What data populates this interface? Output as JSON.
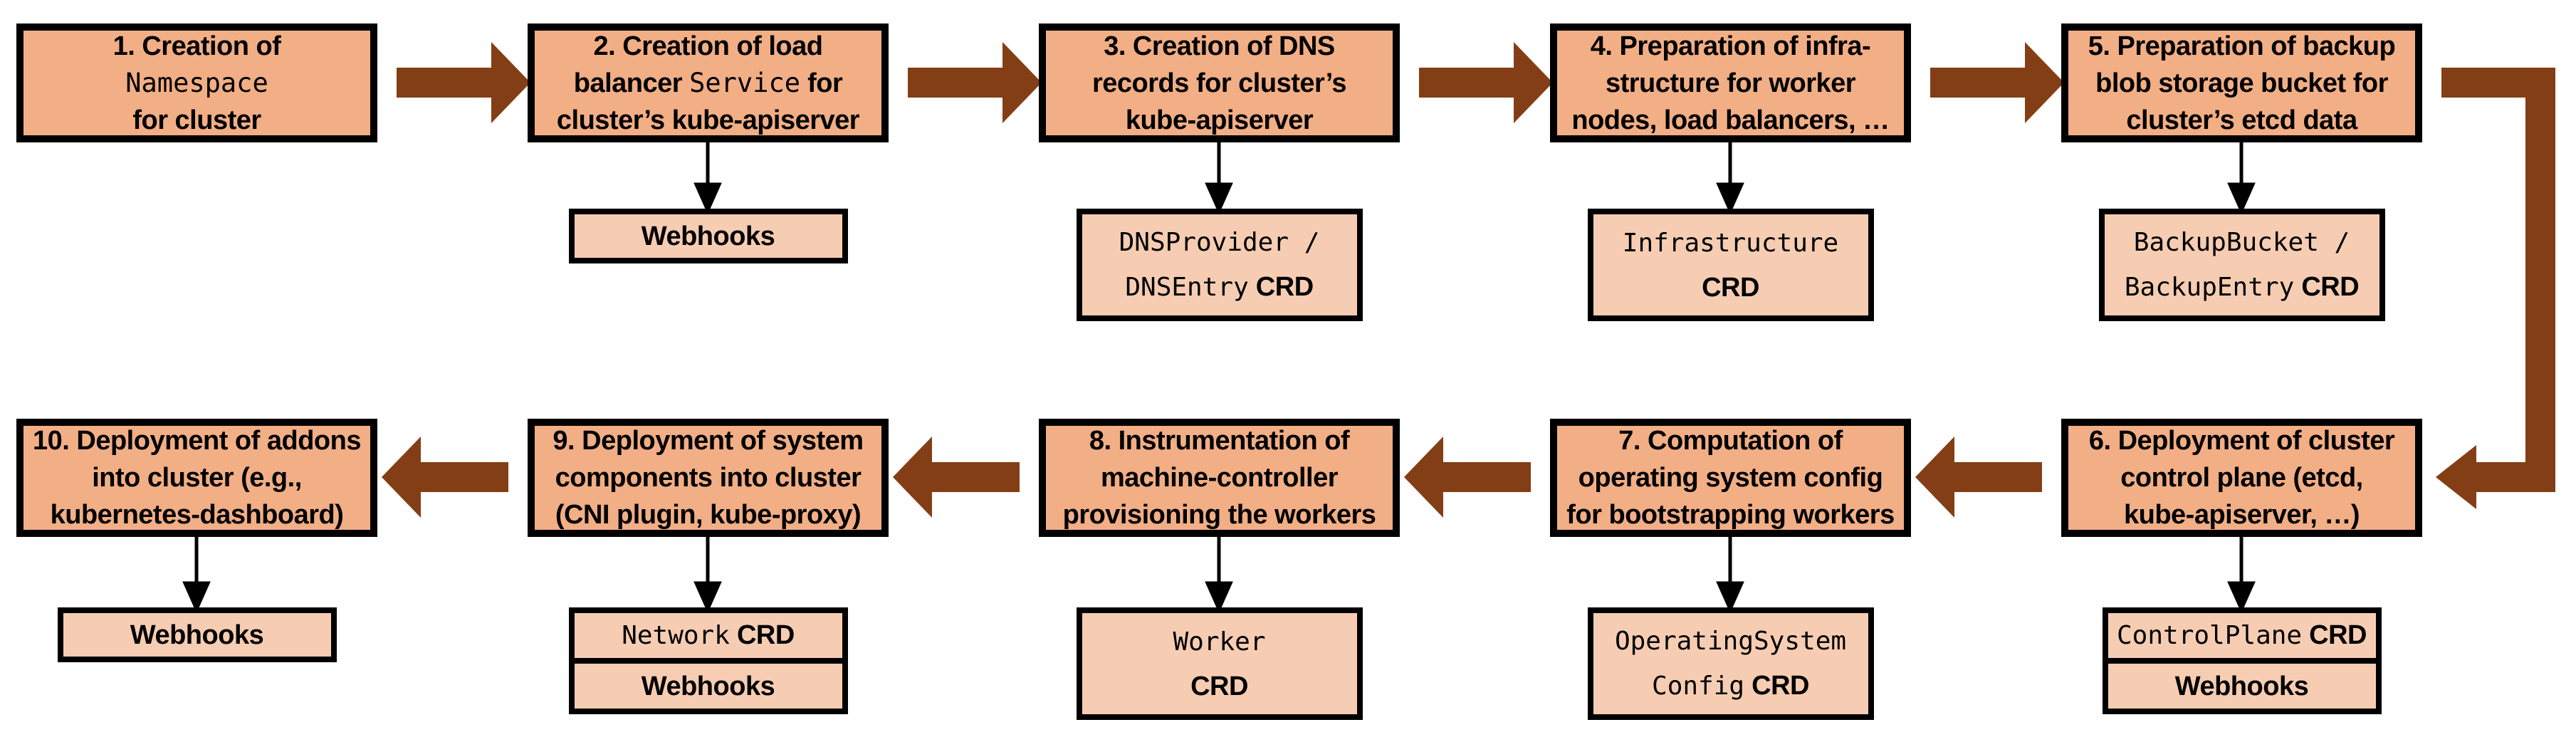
{
  "colors": {
    "step_fill": "#F2AE85",
    "artifact_fill": "#F6CDB2",
    "arrow_brown": "#843E15",
    "border_black": "#000000",
    "background": "#FFFFFF"
  },
  "diagram": {
    "steps": [
      {
        "name": "step-1-namespace",
        "row": 1,
        "col": 1,
        "lines": [
          [
            {
              "t": "1. Creation of"
            }
          ],
          [
            {
              "t": "Namespace",
              "mono": true
            }
          ],
          [
            {
              "t": "for cluster"
            }
          ]
        ],
        "artifact": null
      },
      {
        "name": "step-2-load-balancer-service",
        "row": 1,
        "col": 2,
        "lines": [
          [
            {
              "t": "2. Creation of load"
            }
          ],
          [
            {
              "t": "balancer "
            },
            {
              "t": "Service",
              "mono": true
            },
            {
              "t": " for"
            }
          ],
          [
            {
              "t": "cluster’s kube-apiserver"
            }
          ]
        ],
        "artifact": {
          "cells": [
            {
              "lines": [
                [
                  {
                    "t": "Webhooks"
                  }
                ]
              ]
            }
          ]
        }
      },
      {
        "name": "step-3-dns-records",
        "row": 1,
        "col": 3,
        "lines": [
          [
            {
              "t": "3. Creation of DNS"
            }
          ],
          [
            {
              "t": "records for cluster’s"
            }
          ],
          [
            {
              "t": "kube-apiserver"
            }
          ]
        ],
        "artifact": {
          "cells": [
            {
              "lines": [
                [
                  {
                    "t": "DNSProvider /",
                    "mono": true
                  }
                ],
                [
                  {
                    "t": "DNSEntry",
                    "mono": true
                  },
                  {
                    "t": " CRD"
                  }
                ]
              ]
            }
          ]
        }
      },
      {
        "name": "step-4-infrastructure",
        "row": 1,
        "col": 4,
        "lines": [
          [
            {
              "t": "4. Preparation of infra-"
            }
          ],
          [
            {
              "t": "structure for worker"
            }
          ],
          [
            {
              "t": "nodes, load balancers, …"
            }
          ]
        ],
        "artifact": {
          "cells": [
            {
              "lines": [
                [
                  {
                    "t": "Infrastructure",
                    "mono": true
                  }
                ],
                [
                  {
                    "t": "CRD"
                  }
                ]
              ]
            }
          ]
        }
      },
      {
        "name": "step-5-backup-bucket",
        "row": 1,
        "col": 5,
        "lines": [
          [
            {
              "t": "5. Preparation of backup"
            }
          ],
          [
            {
              "t": "blob storage bucket for"
            }
          ],
          [
            {
              "t": "cluster’s etcd data"
            }
          ]
        ],
        "artifact": {
          "cells": [
            {
              "lines": [
                [
                  {
                    "t": "BackupBucket /",
                    "mono": true
                  }
                ],
                [
                  {
                    "t": "BackupEntry",
                    "mono": true
                  },
                  {
                    "t": " CRD"
                  }
                ]
              ]
            }
          ]
        }
      },
      {
        "name": "step-6-control-plane",
        "row": 2,
        "col": 5,
        "lines": [
          [
            {
              "t": "6. Deployment of cluster"
            }
          ],
          [
            {
              "t": "control plane (etcd,"
            }
          ],
          [
            {
              "t": "kube-apiserver, …)"
            }
          ]
        ],
        "artifact": {
          "cells": [
            {
              "lines": [
                [
                  {
                    "t": "ControlPlane",
                    "mono": true
                  },
                  {
                    "t": " CRD"
                  }
                ]
              ]
            },
            {
              "lines": [
                [
                  {
                    "t": "Webhooks"
                  }
                ]
              ]
            }
          ]
        }
      },
      {
        "name": "step-7-os-config",
        "row": 2,
        "col": 4,
        "lines": [
          [
            {
              "t": "7. Computation of"
            }
          ],
          [
            {
              "t": "operating system config"
            }
          ],
          [
            {
              "t": "for bootstrapping workers"
            }
          ]
        ],
        "artifact": {
          "cells": [
            {
              "lines": [
                [
                  {
                    "t": "OperatingSystem",
                    "mono": true
                  }
                ],
                [
                  {
                    "t": "Config",
                    "mono": true
                  },
                  {
                    "t": " CRD"
                  }
                ]
              ]
            }
          ]
        }
      },
      {
        "name": "step-8-machine-controller",
        "row": 2,
        "col": 3,
        "lines": [
          [
            {
              "t": "8. Instrumentation of"
            }
          ],
          [
            {
              "t": "machine-controller"
            }
          ],
          [
            {
              "t": "provisioning the workers"
            }
          ]
        ],
        "artifact": {
          "cells": [
            {
              "lines": [
                [
                  {
                    "t": "Worker",
                    "mono": true
                  }
                ],
                [
                  {
                    "t": "CRD"
                  }
                ]
              ]
            }
          ]
        }
      },
      {
        "name": "step-9-system-components",
        "row": 2,
        "col": 2,
        "lines": [
          [
            {
              "t": "9. Deployment of system"
            }
          ],
          [
            {
              "t": "components into cluster"
            }
          ],
          [
            {
              "t": "(CNI plugin, kube-proxy)"
            }
          ]
        ],
        "artifact": {
          "cells": [
            {
              "lines": [
                [
                  {
                    "t": "Network",
                    "mono": true
                  },
                  {
                    "t": " CRD"
                  }
                ]
              ]
            },
            {
              "lines": [
                [
                  {
                    "t": "Webhooks"
                  }
                ]
              ]
            }
          ]
        }
      },
      {
        "name": "step-10-addons",
        "row": 2,
        "col": 1,
        "lines": [
          [
            {
              "t": "10. Deployment of addons"
            }
          ],
          [
            {
              "t": "into cluster (e.g.,"
            }
          ],
          [
            {
              "t": "kubernetes-dashboard)"
            }
          ]
        ],
        "artifact": {
          "cells": [
            {
              "lines": [
                [
                  {
                    "t": "Webhooks"
                  }
                ]
              ]
            }
          ]
        }
      }
    ]
  }
}
